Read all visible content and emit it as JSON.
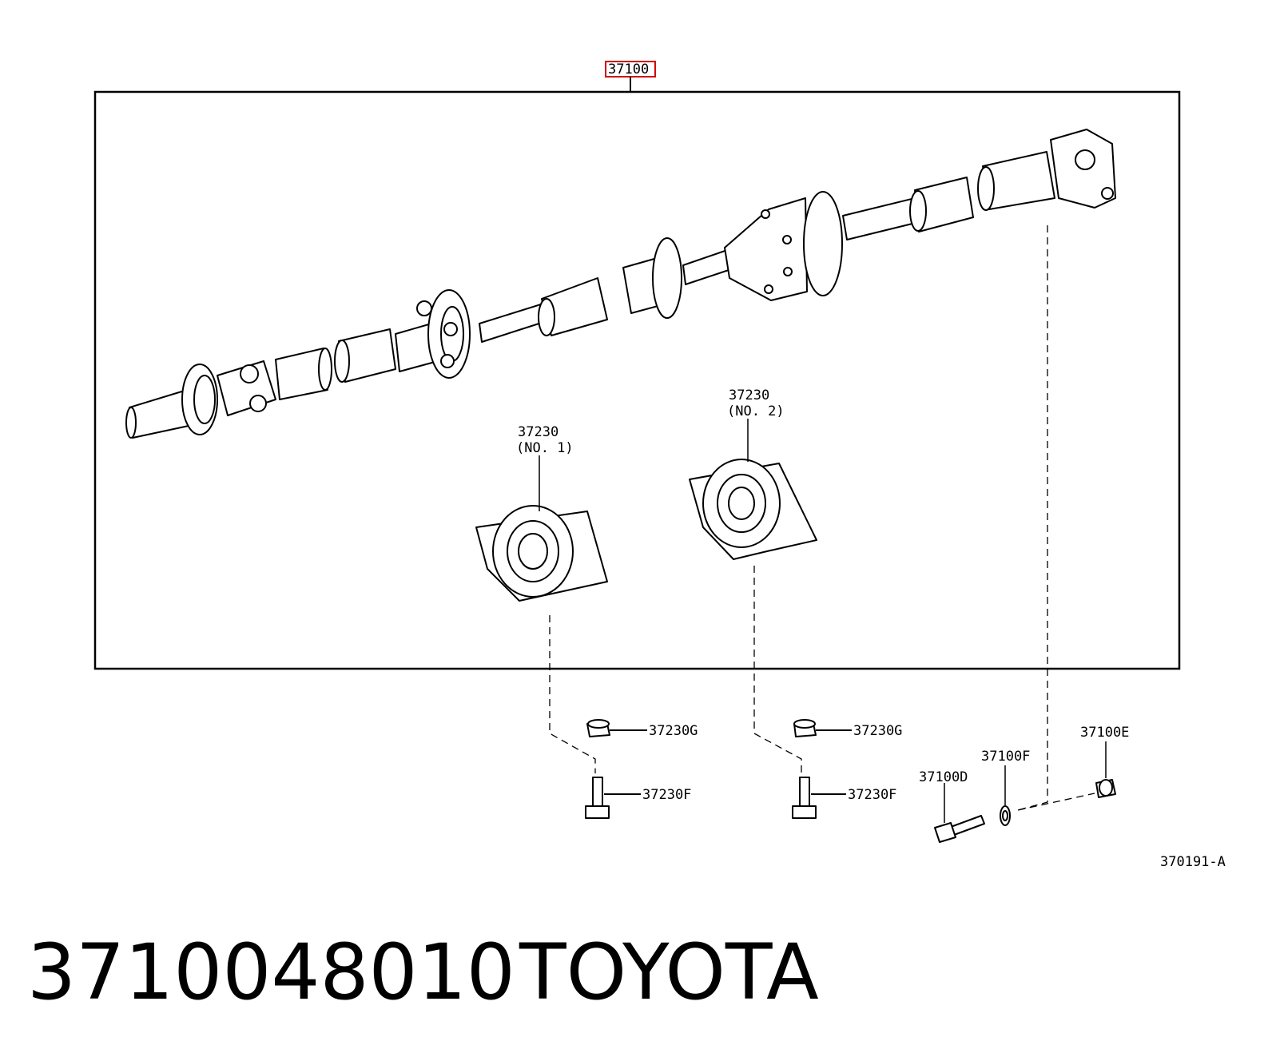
{
  "main_part": {
    "code": "37100",
    "highlight_color": "#d00000"
  },
  "callouts": {
    "bearing_no1_code": "37230",
    "bearing_no1_sub": "(NO. 1)",
    "bearing_no2_code": "37230",
    "bearing_no2_sub": "(NO. 2)",
    "nut_1": "37230G",
    "bolt_1": "37230F",
    "nut_2": "37230G",
    "bolt_2": "37230F",
    "bolt_d": "37100D",
    "washer_f": "37100F",
    "nut_e": "37100E"
  },
  "illustration_id": "370191-A",
  "footer": {
    "part_number": "3710048010",
    "brand": "TOYOTA"
  }
}
